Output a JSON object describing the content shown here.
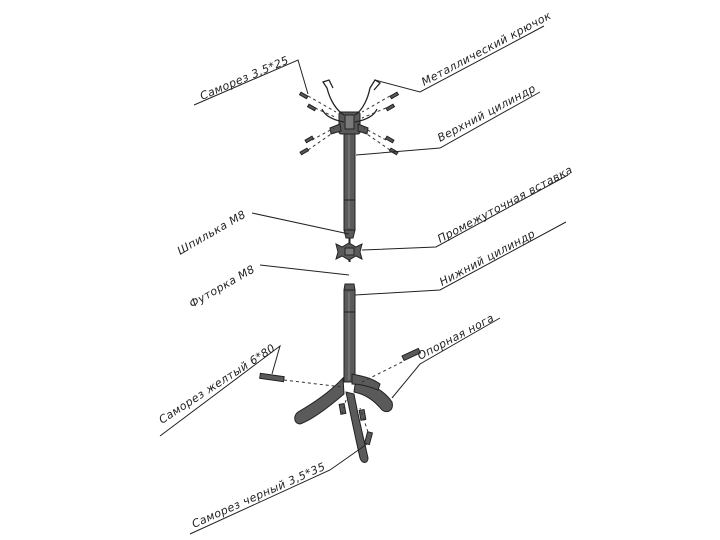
{
  "labels": {
    "screw_top": "Саморез 3,5*25",
    "metal_hook": "Металлический крючок",
    "upper_cylinder": "Верхний цилиндр",
    "stud": "Шпилька М8",
    "middle_insert": "Промежуточная вставка",
    "nut": "Футорка М8",
    "lower_cylinder": "Нижний цилиндр",
    "support_leg": "Опорная нога",
    "screw_yellow": "Саморез желтый 6*80",
    "screw_black": "Саморез черный 3,5*35"
  },
  "colors": {
    "part_fill": "#5a5a5a",
    "line": "#222222"
  }
}
